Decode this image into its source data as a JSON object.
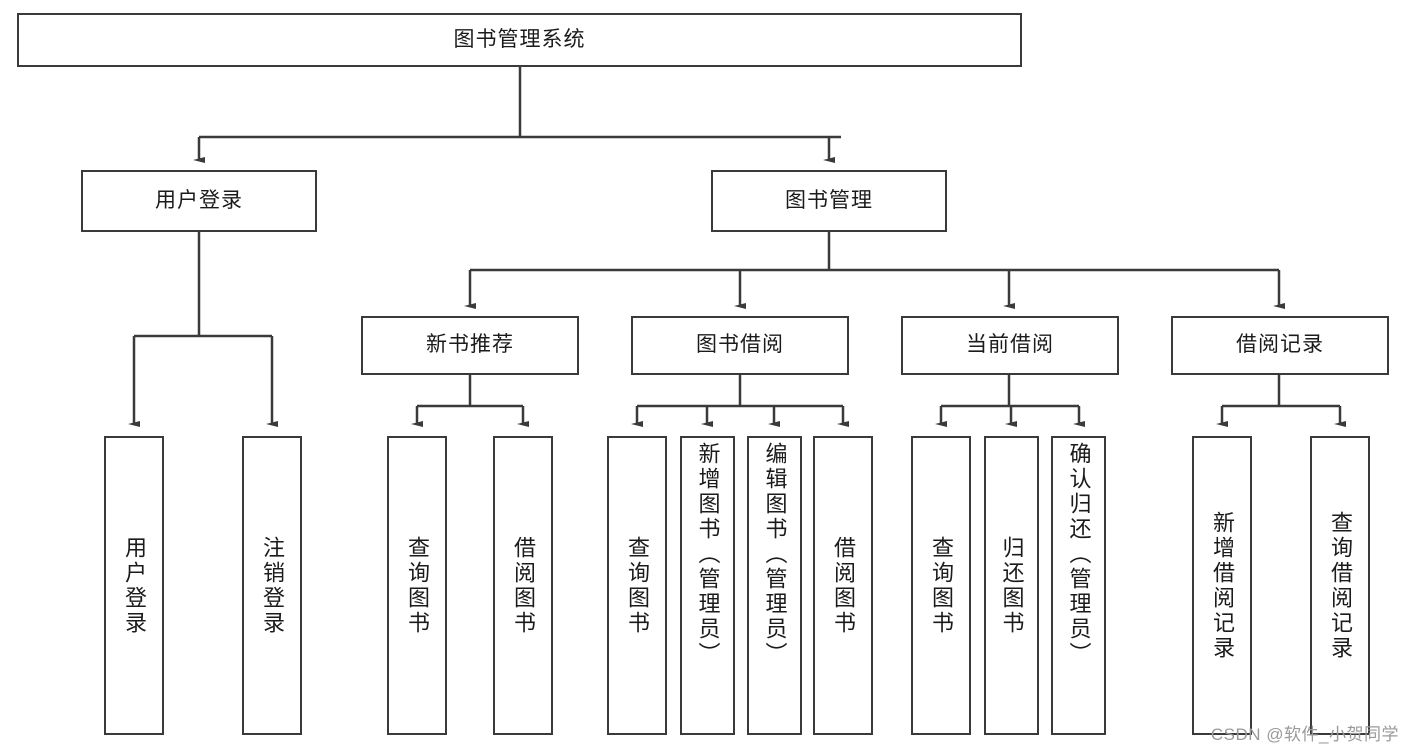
{
  "diagram": {
    "title_node": {
      "label": "图书管理系统"
    },
    "level2": [
      {
        "id": "user-login",
        "label": "用户登录"
      },
      {
        "id": "book-management",
        "label": "图书管理"
      }
    ],
    "level3": [
      {
        "id": "new-book-recommend",
        "label": "新书推荐"
      },
      {
        "id": "book-borrow",
        "label": "图书借阅"
      },
      {
        "id": "current-borrow",
        "label": "当前借阅"
      },
      {
        "id": "borrow-record",
        "label": "借阅记录"
      }
    ],
    "leaves": [
      {
        "id": "leaf-user-login",
        "label": "用户登录",
        "parent": "user-login"
      },
      {
        "id": "leaf-logout-login",
        "label": "注销登录",
        "parent": "user-login"
      },
      {
        "id": "leaf-query-book-1",
        "label": "查询图书",
        "parent": "new-book-recommend"
      },
      {
        "id": "leaf-borrow-book-1",
        "label": "借阅图书",
        "parent": "new-book-recommend"
      },
      {
        "id": "leaf-query-book-2",
        "label": "查询图书",
        "parent": "book-borrow"
      },
      {
        "id": "leaf-add-book",
        "label": "新增图书（管理员）",
        "parent": "book-borrow"
      },
      {
        "id": "leaf-edit-book",
        "label": "编辑图书（管理员）",
        "parent": "book-borrow"
      },
      {
        "id": "leaf-borrow-book-2",
        "label": "借阅图书",
        "parent": "book-borrow"
      },
      {
        "id": "leaf-query-book-3",
        "label": "查询图书",
        "parent": "current-borrow"
      },
      {
        "id": "leaf-return-book",
        "label": "归还图书",
        "parent": "current-borrow"
      },
      {
        "id": "leaf-confirm-return",
        "label": "确认归还（管理员）",
        "parent": "current-borrow"
      },
      {
        "id": "leaf-add-record",
        "label": "新增借阅记录",
        "parent": "borrow-record"
      },
      {
        "id": "leaf-query-record",
        "label": "查询借阅记录",
        "parent": "borrow-record"
      }
    ],
    "watermark": "CSDN @软件_小贺同学",
    "colors": {
      "stroke": "#3a3a3a",
      "text": "#1b1b1b",
      "background": "#ffffff",
      "watermark": "#9a9a9a"
    }
  }
}
